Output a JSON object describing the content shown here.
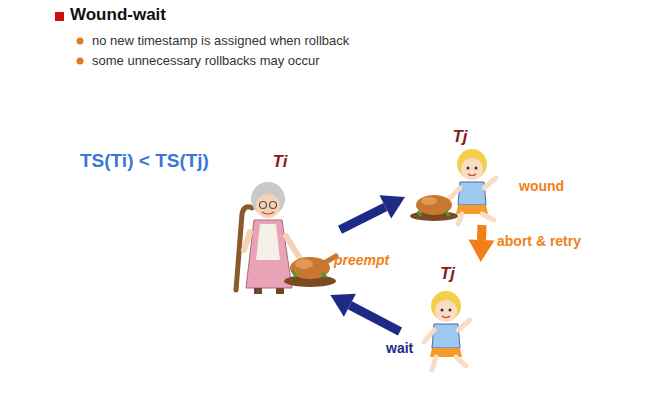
{
  "diagram": {
    "title": "Wound-wait",
    "nodes": [
      {
        "text": [
          "Ti"
        ]
      },
      {
        "text": [
          "Tj"
        ]
      },
      {
        "text": [
          "Tj"
        ]
      }
    ],
    "edges": [
      {
        "from": 0,
        "to": 1,
        "arrow": "to"
      },
      {
        "from": 1,
        "to": 2,
        "label": "abort & retry",
        "arrow": "to"
      },
      {
        "from": 2,
        "to": 0,
        "label": "wait",
        "arrow": "to"
      }
    ],
    "labels": [
      "no new timestamp is assigned when rollback",
      "some unnecessary rollbacks may occur",
      "TS(Ti) < TS(Tj)",
      "preempt",
      "wound"
    ]
  }
}
